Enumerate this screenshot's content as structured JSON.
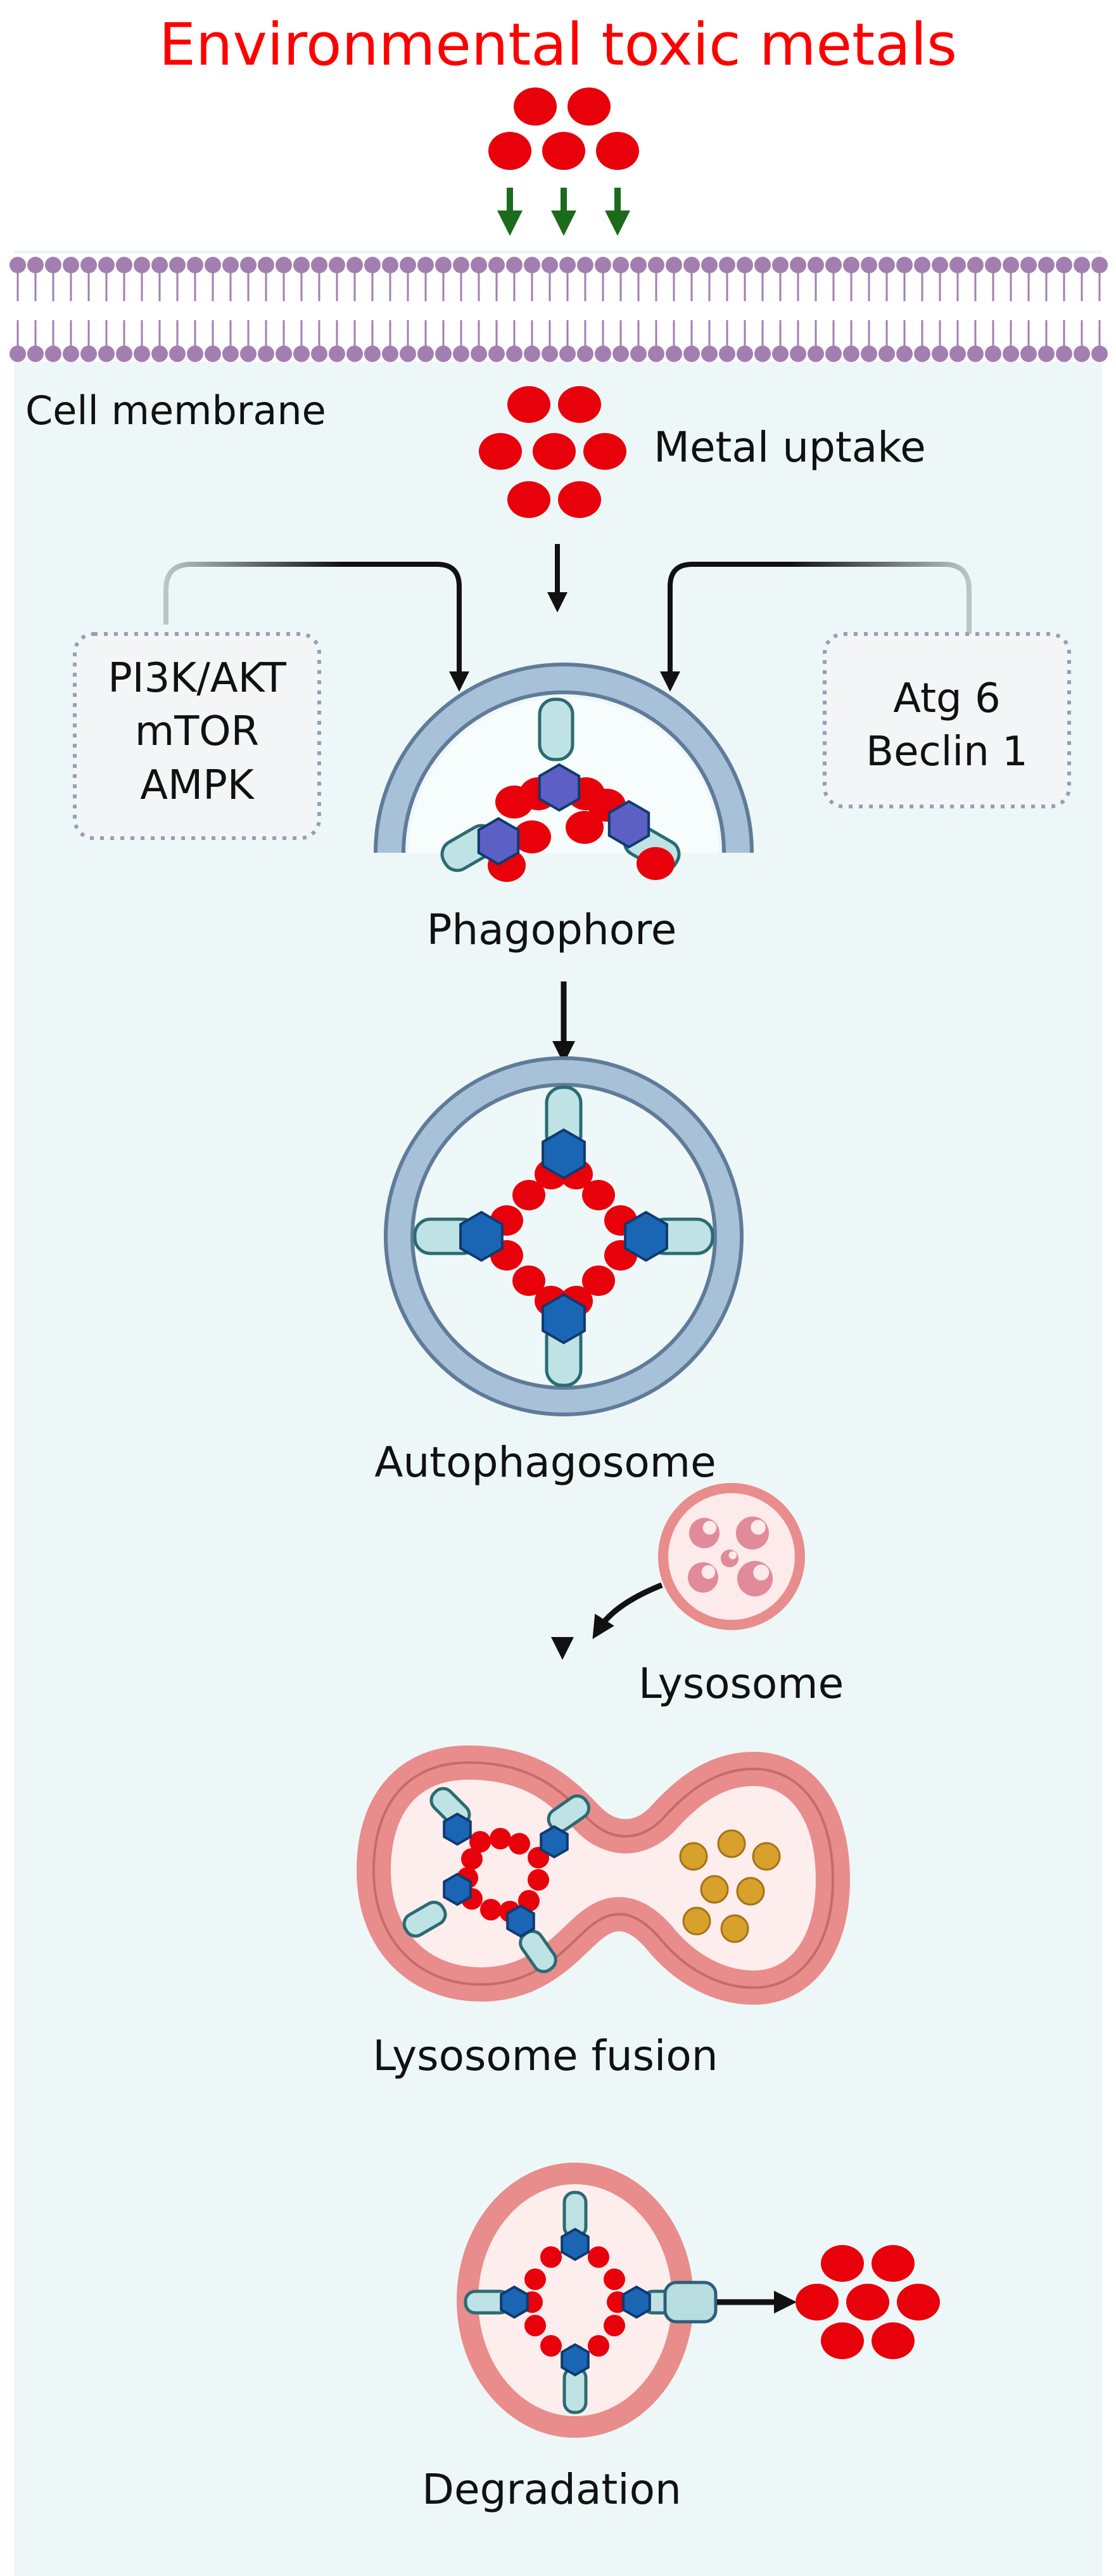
{
  "title": "Environmental toxic metals",
  "labels": {
    "cell_membrane": "Cell membrane",
    "metal_uptake": "Metal uptake",
    "phagophore": "Phagophore",
    "autophagosome": "Autophagosome",
    "lysosome": "Lysosome",
    "lysosome_fusion": "Lysosome fusion",
    "degradation": "Degradation"
  },
  "regulators_left": [
    "PI3K/AKT",
    "mTOR",
    "AMPK"
  ],
  "regulators_right": [
    "Atg 6",
    "Beclin 1"
  ],
  "colors": {
    "title": "#ff0000",
    "metal": "#e8000b",
    "cytoplasm": "#eef7f7",
    "lipid": "#a27fb0",
    "vesicle_blue": "#9ab6d0",
    "lysosome_pink": "#e98c8c",
    "receptor_blue": "#1a66b5",
    "receptor_purple": "#5c5fc4",
    "green_arrow": "#1c6b1c",
    "cargo_gold": "#d7a12c"
  },
  "icons": [
    "metal-ion-icon",
    "lipid-bilayer-icon",
    "arrow-icon",
    "receptor-icon",
    "vesicle-icon",
    "lysosome-icon",
    "transporter-icon"
  ]
}
